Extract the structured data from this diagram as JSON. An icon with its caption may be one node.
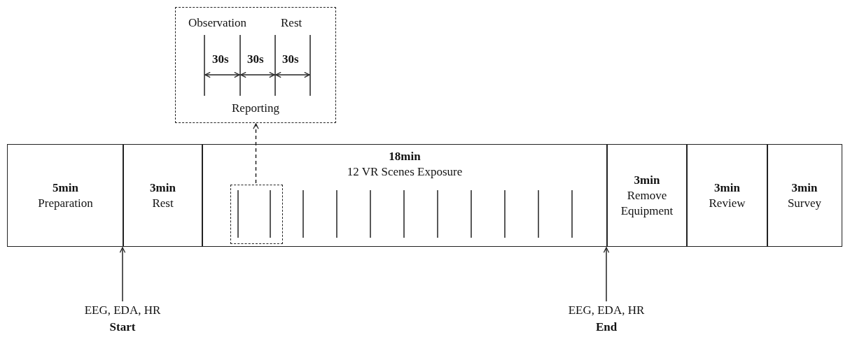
{
  "diagram": {
    "nodes": [
      {
        "text": [
          "Observation",
          "Rest",
          "Reporting"
        ]
      },
      {
        "text": [
          "5min",
          "Preparation"
        ]
      },
      {
        "text": [
          "3min",
          "Rest"
        ]
      },
      {
        "text": [
          "18min",
          "12 VR Scenes Exposure"
        ]
      },
      {
        "text": [],
        "shape": "box",
        "in": 3
      },
      {
        "text": [
          "3min",
          "Remove Equipment"
        ]
      },
      {
        "text": [
          "3min",
          "Review"
        ]
      },
      {
        "text": [
          "3min",
          "Survey"
        ]
      },
      {
        "text": [
          "EEG, EDA, HR",
          "Start"
        ]
      },
      {
        "text": [
          "EEG, EDA, HR",
          "End"
        ]
      }
    ],
    "edges": [
      {
        "from": 4,
        "to": 0,
        "arrow": "to",
        "style": "dashed"
      },
      {
        "from": 8,
        "to": 2,
        "arrow": "to"
      },
      {
        "from": 9,
        "to": 5,
        "arrow": "to"
      }
    ],
    "labels": [
      "30s",
      "30s",
      "30s"
    ]
  }
}
